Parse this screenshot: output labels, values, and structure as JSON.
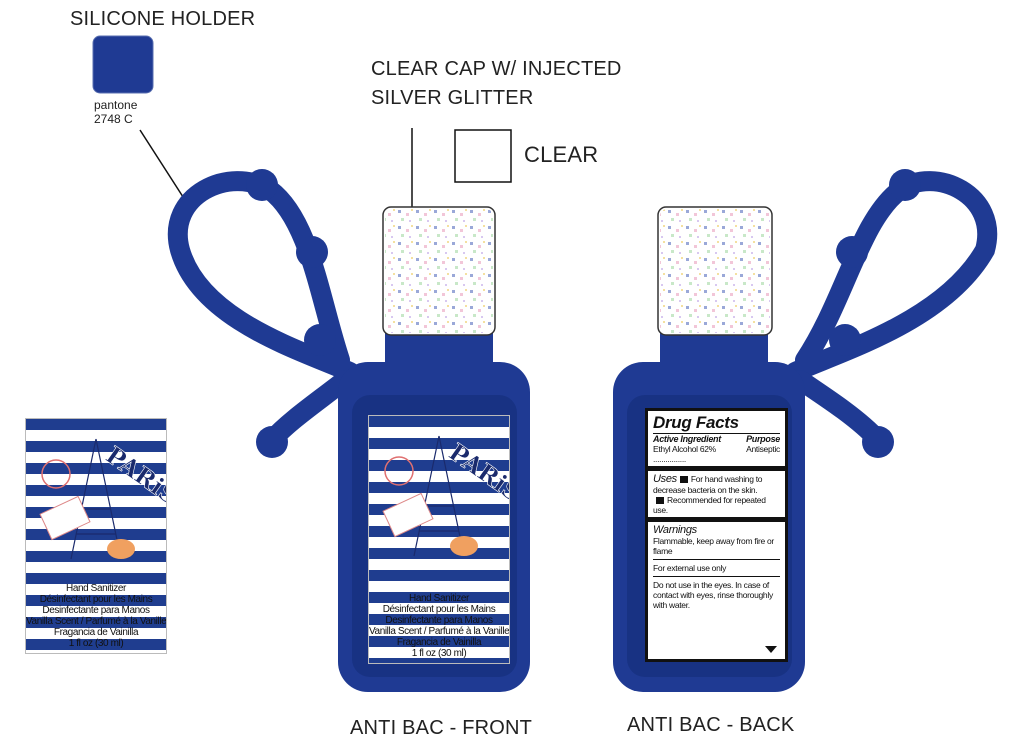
{
  "colors": {
    "silicone": "#1f3a93",
    "label_stripe": "#1f3d8f",
    "croissant": "#f0a060"
  },
  "callouts": {
    "silicone_holder": "SILICONE HOLDER",
    "pantone_line1": "pantone",
    "pantone_line2": "2748 C",
    "cap_line1": "CLEAR CAP W/ INJECTED",
    "cap_line2": "SILVER GLITTER",
    "clear": "CLEAR"
  },
  "label_front": {
    "brand": "PARiS",
    "lines": [
      "Hand Sanitizer",
      "Désinfectant pour les Mains",
      "Desinfectante para Manos",
      "Vanilla Scent / Parfumé à la Vanille",
      "Fragancia de Vainilla",
      "1 fl oz (30 ml)"
    ]
  },
  "drug_facts": {
    "title": "Drug Facts",
    "active_header": "Active Ingredient",
    "purpose_header": "Purpose",
    "active_value": "Ethyl Alcohol 62% ................",
    "purpose_value": "Antiseptic",
    "uses_title": "Uses",
    "uses_1": "For hand washing to decrease bacteria on the skin.",
    "uses_2": "Recommended for repeated use.",
    "warnings_title": "Warnings",
    "warn_1": "Flammable, keep away from fire or flame",
    "warn_2": "For external use only",
    "warn_3_bold": "Do not use",
    "warn_3": " in the eyes. In case of contact with eyes, rinse thoroughly with water."
  },
  "captions": {
    "front": "ANTI BAC - FRONT",
    "back": "ANTI BAC - BACK"
  }
}
